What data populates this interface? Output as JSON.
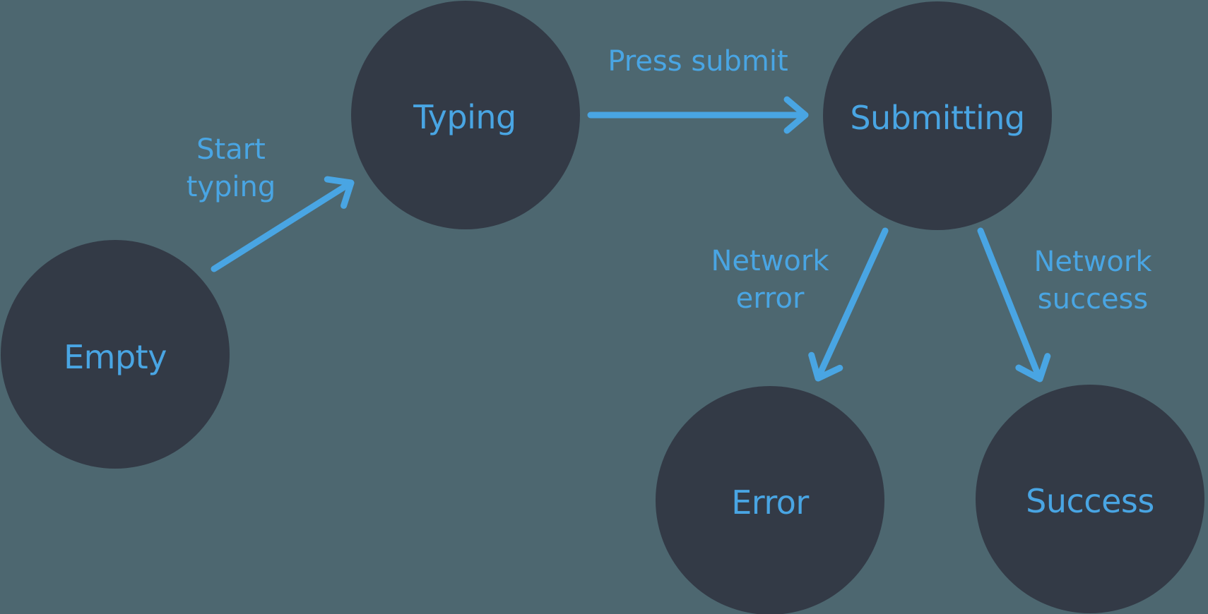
{
  "colors": {
    "background": "#4D6770",
    "node": "#333A46",
    "accent": "#49A5E3"
  },
  "diagram": {
    "type": "state-machine",
    "states": [
      {
        "id": "empty",
        "label": "Empty"
      },
      {
        "id": "typing",
        "label": "Typing"
      },
      {
        "id": "submitting",
        "label": "Submitting"
      },
      {
        "id": "error",
        "label": "Error"
      },
      {
        "id": "success",
        "label": "Success"
      }
    ],
    "transitions": [
      {
        "from": "empty",
        "to": "typing",
        "label": "Start typing",
        "label_lines": [
          "Start",
          "typing"
        ]
      },
      {
        "from": "typing",
        "to": "submitting",
        "label": "Press submit",
        "label_lines": [
          "Press submit"
        ]
      },
      {
        "from": "submitting",
        "to": "error",
        "label": "Network error",
        "label_lines": [
          "Network",
          "error"
        ]
      },
      {
        "from": "submitting",
        "to": "success",
        "label": "Network success",
        "label_lines": [
          "Network",
          "success"
        ]
      }
    ]
  }
}
